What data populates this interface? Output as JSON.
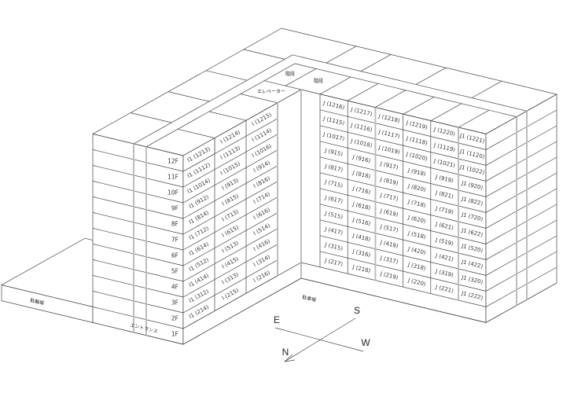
{
  "floors": [
    "12F",
    "11F",
    "10F",
    "9F",
    "8F",
    "7F",
    "6F",
    "5F",
    "4F",
    "3F",
    "2F",
    "1F"
  ],
  "units_i": {
    "columns": [
      [
        "I1 (1213)",
        "I1 (1112)",
        "I1 (1014)",
        "I1 (912)",
        "I1 (814)",
        "I1 (712)",
        "I1 (614)",
        "I1 (512)",
        "I1 (414)",
        "I1 (312)",
        "I1 (214)"
      ],
      [
        "I (1214)",
        "I (1113)",
        "I (1015)",
        "I (913)",
        "I (815)",
        "I (713)",
        "I (615)",
        "I (513)",
        "I (415)",
        "I (313)",
        "I (215)"
      ],
      [
        "I (1215)",
        "I (1114)",
        "I (1016)",
        "I (914)",
        "I (816)",
        "I (714)",
        "I (616)",
        "I (514)",
        "I (416)",
        "I (314)",
        "I (216)"
      ]
    ],
    "highlighted": "I1 (1213)",
    "highlight_color": "#f6c8d3"
  },
  "units_j": {
    "columns": [
      [
        "J (1216)",
        "J (1115)",
        "J (1017)",
        "J (915)",
        "J (817)",
        "J (715)",
        "J (617)",
        "J (515)",
        "J (417)",
        "J (315)",
        "J (217)"
      ],
      [
        "J (1217)",
        "J (1116)",
        "J (1018)",
        "J (916)",
        "J (818)",
        "J (716)",
        "J (618)",
        "J (516)",
        "J (418)",
        "J (316)",
        "J (218)"
      ],
      [
        "J (1218)",
        "J (1117)",
        "J (1019)",
        "J (917)",
        "J (819)",
        "J (717)",
        "J (619)",
        "J (517)",
        "J (419)",
        "J (317)",
        "J (219)"
      ],
      [
        "J (1219)",
        "J (1118)",
        "J (1020)",
        "J (918)",
        "J (820)",
        "J (718)",
        "J (620)",
        "J (518)",
        "J (420)",
        "J (318)",
        "J (220)"
      ],
      [
        "J (1220)",
        "J (1119)",
        "J (1021)",
        "J (919)",
        "J (821)",
        "J (719)",
        "J (621)",
        "J (519)",
        "J (421)",
        "J (319)",
        "J (221)"
      ],
      [
        "J1 (1221)",
        "J1 (1120)",
        "J1 (1022)",
        "J1 (920)",
        "J1 (822)",
        "J1 (720)",
        "J1 (622)",
        "J1 (520)",
        "J1 (422)",
        "J1 (320)",
        "J1 (222)"
      ]
    ]
  },
  "labels": {
    "stairs_1": "階段",
    "stairs_2": "階段",
    "elevator": "エレベーター",
    "bicycle_parking": "駐輪場",
    "entrance": "エントランス",
    "parking": "駐車場"
  },
  "compass": {
    "east": "E",
    "south": "S",
    "north": "N",
    "west": "W"
  }
}
